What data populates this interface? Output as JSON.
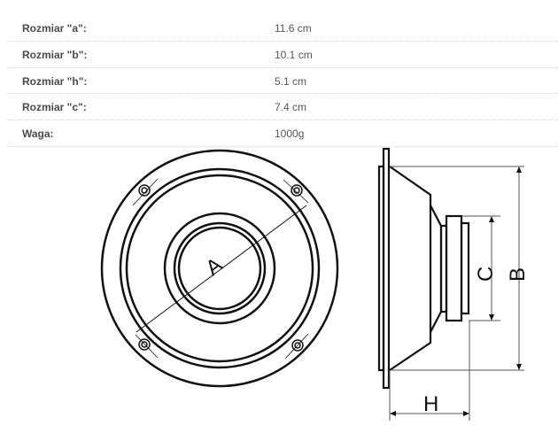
{
  "specs": [
    {
      "label": "Rozmiar \"a\":",
      "value": "11.6 cm"
    },
    {
      "label": "Rozmiar \"b\":",
      "value": "10.1 cm"
    },
    {
      "label": "Rozmiar \"h\":",
      "value": "5.1 cm"
    },
    {
      "label": "Rozmiar \"c\":",
      "value": "7.4 cm"
    },
    {
      "label": "Waga:",
      "value": "1000g"
    }
  ],
  "diagram": {
    "label_a": "A",
    "label_b": "B",
    "label_c": "C",
    "label_h": "H"
  }
}
